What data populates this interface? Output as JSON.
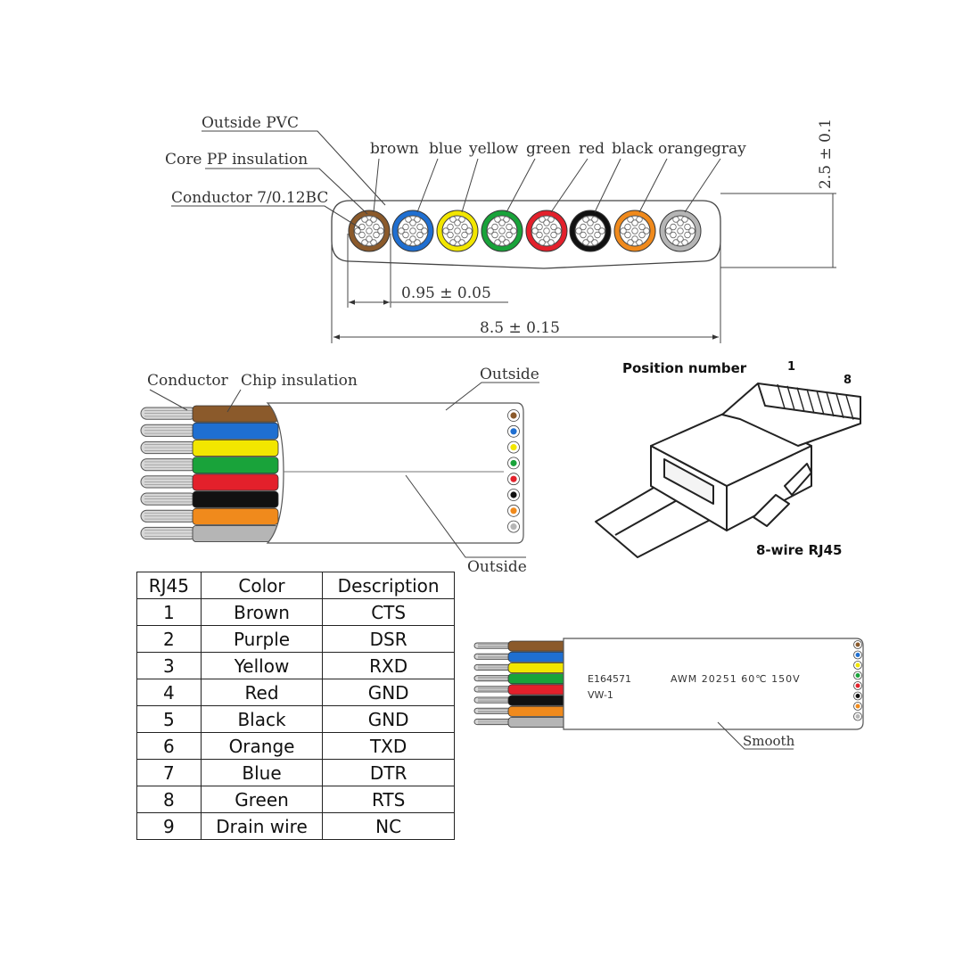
{
  "cross_section": {
    "label_outside_pvc": "Outside PVC",
    "label_core_pp": "Core PP insulation",
    "label_conductor": "Conductor 7/0.12BC",
    "wire_names": [
      "brown",
      "blue",
      "yellow",
      "green",
      "red",
      "black",
      "orange",
      "gray"
    ],
    "wire_colors": [
      "#8B5A2B",
      "#1F6FD1",
      "#F2E600",
      "#19A33A",
      "#E3202B",
      "#111111",
      "#F08A1C",
      "#B5B5B5"
    ],
    "dim_thickness": "2.5 ± 0.1",
    "dim_pitch": "0.95 ± 0.05",
    "dim_width": "8.5 ± 0.15"
  },
  "side_view": {
    "label_conductor": "Conductor",
    "label_chip_insulation": "Chip insulation",
    "label_outside_top": "Outside",
    "label_outside_bottom": "Outside"
  },
  "rj45": {
    "label_position_number": "Position number",
    "pin_first": "1",
    "pin_last": "8",
    "label_plug": "8-wire RJ45"
  },
  "pin_table": {
    "headers": [
      "RJ45",
      "Color",
      "Description"
    ],
    "rows": [
      [
        "1",
        "Brown",
        "CTS"
      ],
      [
        "2",
        "Purple",
        "DSR"
      ],
      [
        "3",
        "Yellow",
        "RXD"
      ],
      [
        "4",
        "Red",
        "GND"
      ],
      [
        "5",
        "Black",
        "GND"
      ],
      [
        "6",
        "Orange",
        "TXD"
      ],
      [
        "7",
        "Blue",
        "DTR"
      ],
      [
        "8",
        "Green",
        "RTS"
      ],
      [
        "9",
        "Drain wire",
        "NC"
      ]
    ]
  },
  "printed_cable": {
    "mark_code": "E164571",
    "mark_rating": "AWM 20251 60℃ 150V",
    "mark_vw": "VW-1",
    "label_smooth": "Smooth"
  }
}
